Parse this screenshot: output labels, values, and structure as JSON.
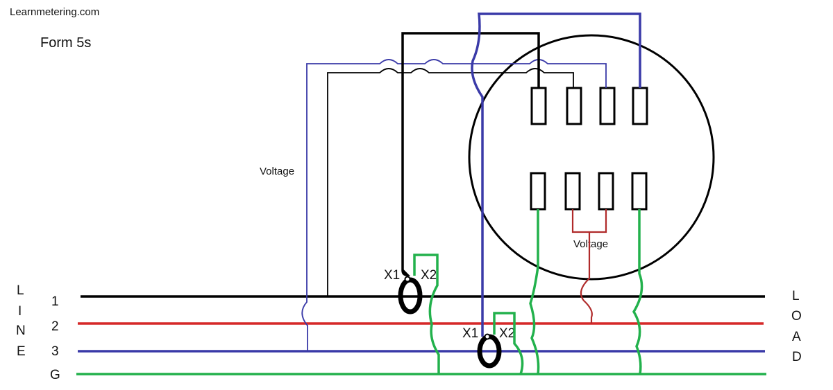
{
  "header": {
    "site": "Learnmetering.com",
    "form": "Form 5s"
  },
  "labels": {
    "voltage_left": "Voltage",
    "voltage_meter": "Voltage"
  },
  "ct1": {
    "x1": "X1",
    "x2": "X2"
  },
  "ct2": {
    "x1": "X1",
    "x2": "X2"
  },
  "line_side": [
    "L",
    "I",
    "N",
    "E"
  ],
  "load_side": [
    "L",
    "O",
    "A",
    "D"
  ],
  "conductors": [
    "1",
    "2",
    "3",
    "G"
  ],
  "colors": {
    "phase1": "#000000",
    "phase2": "#d62828",
    "phase3": "#3a3aa8",
    "ground": "#22b14c",
    "voltage_link": "#b02a2a"
  }
}
